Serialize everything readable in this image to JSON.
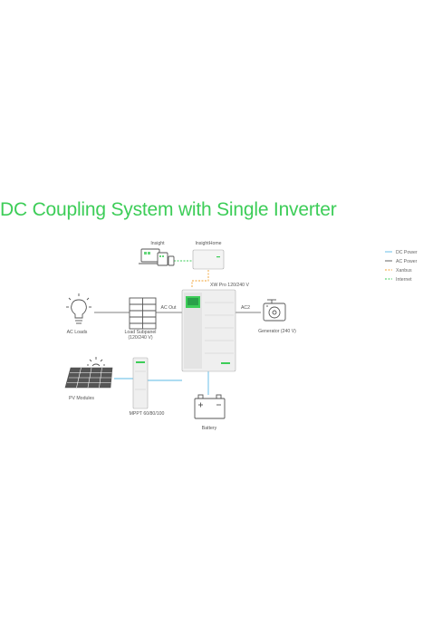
{
  "title": "DC Coupling System with Single Inverter",
  "legend": [
    {
      "label": "DC Power",
      "color": "#5bb8e6",
      "style": "solid"
    },
    {
      "label": "AC Power",
      "color": "#555555",
      "style": "solid"
    },
    {
      "label": "Xanbus",
      "color": "#f0a030",
      "style": "dashed"
    },
    {
      "label": "Internet",
      "color": "#3dcd58",
      "style": "dashed"
    }
  ],
  "components": {
    "insight": "Insight",
    "insighthome": "InsightHome",
    "inverter": "XW Pro 120/240 V",
    "ac_out": "AC Out",
    "ac2": "AC2",
    "ac_loads": "AC Loads",
    "load_subpanel_1": "Load Subpanel",
    "load_subpanel_2": "(120/240 V)",
    "generator": "Generator (240 V)",
    "pv_modules": "PV Modules",
    "mppt": "MPPT 60/80/100",
    "battery": "Battery"
  },
  "icons": [
    "lightbulb-icon",
    "electrical-panel-icon",
    "generator-icon",
    "solar-panel-icon",
    "sun-icon",
    "battery-icon",
    "devices-icon"
  ]
}
